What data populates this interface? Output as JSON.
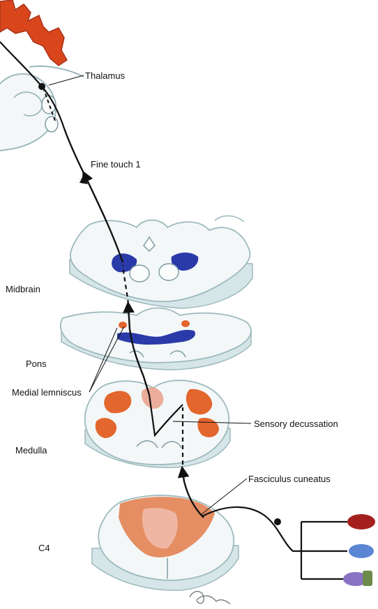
{
  "labels": {
    "thalamus": "Thalamus",
    "fine_touch": "Fine touch 1",
    "midbrain": "Midbrain",
    "pons": "Pons",
    "medial_lemniscus": "Medial lemniscus",
    "sensory_decussation": "Sensory decussation",
    "medulla": "Medulla",
    "fasciculus_cuneatus": "Fasciculus cuneatus",
    "c4": "C4"
  },
  "colors": {
    "cortex": "#d9461c",
    "medial_lemniscus_tract": "#2a3aa8",
    "nuclei": "#e3662e",
    "cord_tract": "#e58e63",
    "tissue_fill": "#f3f7f8",
    "tissue_edge": "#9db9bd",
    "pathway": "#111111",
    "receptor_red": "#a4201e",
    "receptor_blue": "#5a86d4",
    "receptor_purple": "#8a72c4"
  }
}
